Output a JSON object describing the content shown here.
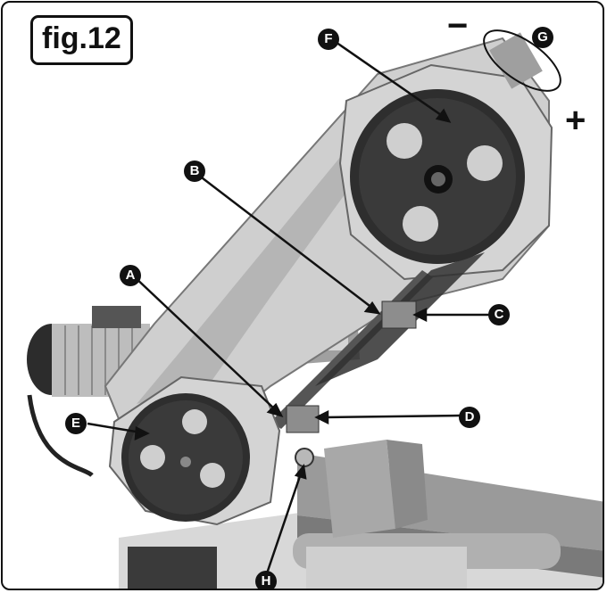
{
  "figure": {
    "label": "fig.12",
    "minus_sign": "−",
    "plus_sign": "+"
  },
  "callouts": [
    {
      "id": "A",
      "text": "A"
    },
    {
      "id": "B",
      "text": "B"
    },
    {
      "id": "C",
      "text": "C"
    },
    {
      "id": "D",
      "text": "D"
    },
    {
      "id": "E",
      "text": "E"
    },
    {
      "id": "F",
      "text": "F"
    },
    {
      "id": "G",
      "text": "G"
    },
    {
      "id": "H",
      "text": "H"
    }
  ],
  "colors": {
    "ink": "#111111",
    "machine_grey": "#c9c9c9",
    "wheel_dark": "#2a2a2a",
    "table_grey": "#8e8e8e"
  }
}
